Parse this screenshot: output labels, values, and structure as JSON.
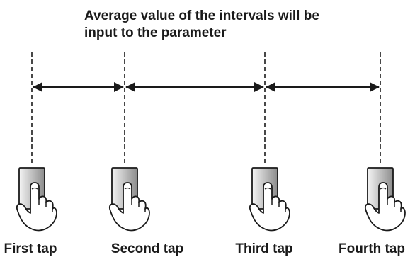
{
  "caption": {
    "line1": "Average value of the intervals will be",
    "line2": "input to the parameter"
  },
  "taps": [
    {
      "label": "First tap"
    },
    {
      "label": "Second tap"
    },
    {
      "label": "Third tap"
    },
    {
      "label": "Fourth tap"
    }
  ],
  "intervals": [
    {
      "from": 0,
      "to": 1
    },
    {
      "from": 1,
      "to": 2
    },
    {
      "from": 2,
      "to": 3
    }
  ],
  "colors": {
    "line": "#1a1a1a",
    "card_light": "#f4f4f4",
    "card_dark": "#8c8c8c",
    "text": "#1a1a1a"
  },
  "icon": "tap-finger-icon"
}
